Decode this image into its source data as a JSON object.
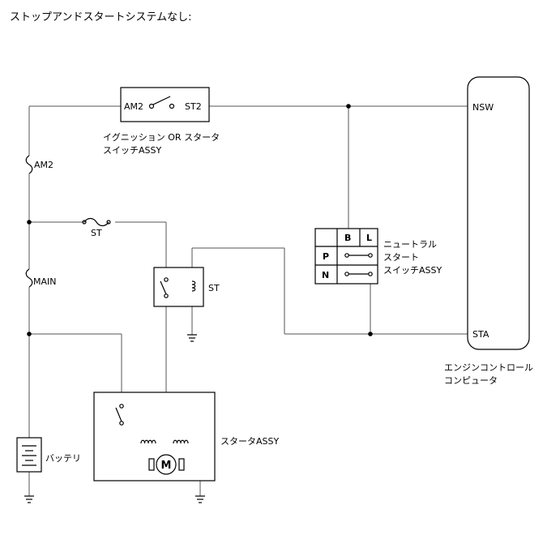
{
  "title": "ストップアンドスタートシステムなし:",
  "ignition_switch": {
    "terminal_left": "AM2",
    "terminal_right": "ST2",
    "label_line1": "イグニッション OR スタータ",
    "label_line2": "スイッチASSY"
  },
  "fuses": {
    "am2": "AM2",
    "st": "ST",
    "main": "MAIN"
  },
  "starter_relay": {
    "label": "ST"
  },
  "neutral_switch": {
    "header_b": "B",
    "header_l": "L",
    "row_p": "P",
    "row_n": "N",
    "label_line1": "ニュートラル",
    "label_line2": "スタート",
    "label_line3": "スイッチASSY"
  },
  "ecu": {
    "terminal_nsw": "NSW",
    "terminal_sta": "STA",
    "label_line1": "エンジンコントロール",
    "label_line2": "コンピュータ"
  },
  "starter": {
    "label": "スタータASSY",
    "motor_symbol": "M"
  },
  "battery": {
    "label": "バッテリ"
  },
  "colors": {
    "wire": "#555555",
    "component_outline": "#000000",
    "background": "#ffffff"
  },
  "icons": [
    "fuse-icon",
    "switch-contact-icon",
    "relay-coil-icon",
    "ground-icon",
    "motor-icon",
    "battery-icon"
  ]
}
